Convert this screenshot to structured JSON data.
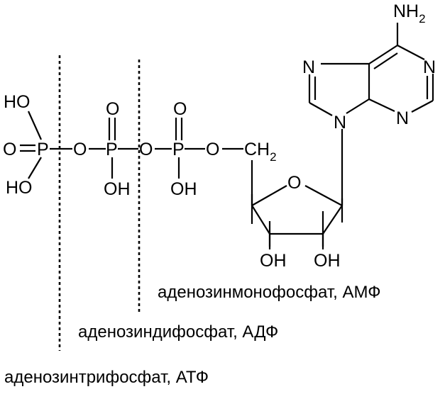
{
  "atoms": {
    "nh2_n": "NH",
    "nh2_sub": "2",
    "n1": "N",
    "n3": "N",
    "n7": "N",
    "n9": "N",
    "o_ring": "O",
    "ch2": "CH",
    "ch2_sub": "2",
    "oh_2": "OH",
    "oh_3": "OH",
    "p_alpha": "P",
    "p_beta": "P",
    "p_gamma": "P",
    "o_ester": "O",
    "o_ab": "O",
    "o_bg": "O",
    "o_alpha_dbl": "O",
    "o_beta_dbl": "O",
    "o_gamma_dbl": "O",
    "oh_alpha": "OH",
    "oh_beta": "OH",
    "ho_gamma_top": "HO",
    "ho_gamma_bottom": "HO"
  },
  "captions": {
    "amp": "аденозинмонофосфат, АМФ",
    "adp": "аденозиндифосфат, АДФ",
    "atp": "аденозинтрифосфат, АТФ"
  },
  "colors": {
    "ink": "#000000",
    "background": "#ffffff"
  }
}
